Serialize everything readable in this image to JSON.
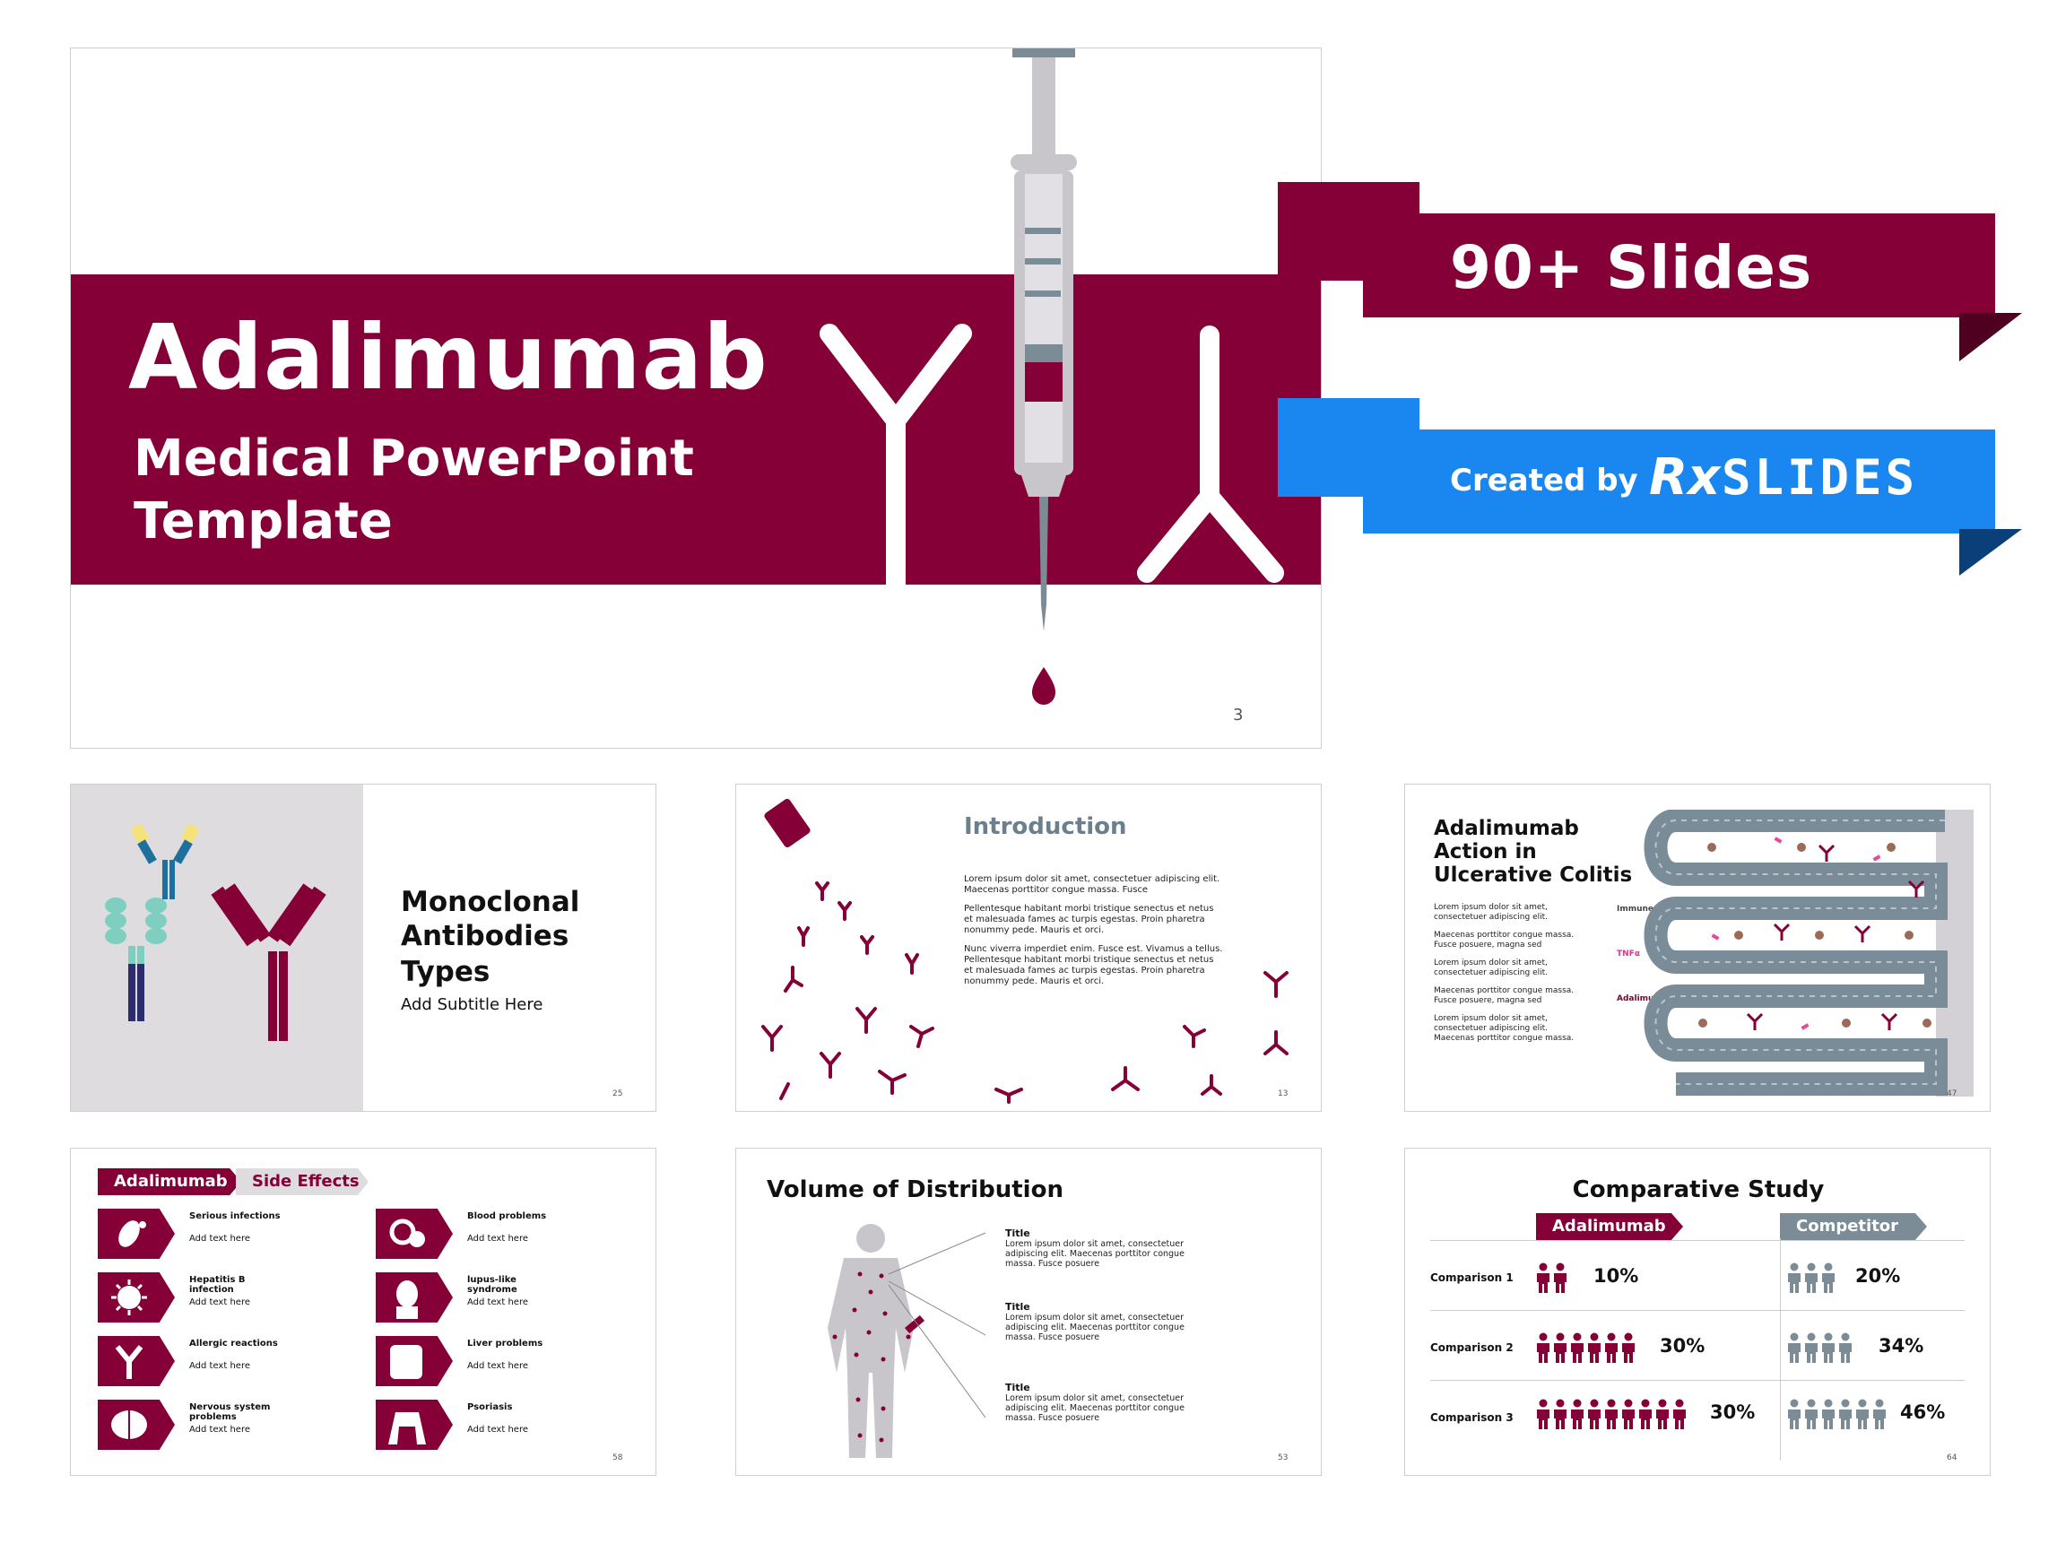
{
  "hero": {
    "title": "Adalimumab",
    "subtitle_line1": "Medical PowerPoint",
    "subtitle_line2": "Template",
    "page_number": "3",
    "colors": {
      "maroon": "#840036",
      "blue": "#1a86f0",
      "gray": "#c8c6cb"
    }
  },
  "banners": {
    "slides_count": "90+ Slides",
    "created_by": "Created by",
    "brand_rx": "Rx",
    "brand_slides": "SLIDES"
  },
  "mab_types": {
    "title_l1": "Monoclonal",
    "title_l2": "Antibodies",
    "title_l3": "Types",
    "subtitle": "Add Subtitle Here",
    "page": "25"
  },
  "intro": {
    "title": "Introduction",
    "p1": "Lorem ipsum dolor sit amet, consectetuer adipiscing elit. Maecenas porttitor congue massa. Fusce",
    "p2": "Pellentesque habitant morbi tristique senectus et netus et malesuada fames ac turpis egestas. Proin pharetra nonummy pede. Mauris et orci.",
    "p3": "Nunc viverra imperdiet enim. Fusce est. Vivamus a tellus.",
    "p4": "Pellentesque habitant morbi tristique senectus et netus et malesuada fames ac turpis egestas. Proin pharetra nonummy pede. Mauris et orci.",
    "page": "13"
  },
  "action": {
    "title_l1": "Adalimumab",
    "title_l2": "Action in",
    "title_l3": "Ulcerative Colitis",
    "p1": "Lorem ipsum dolor sit amet, consectetuer adipiscing elit.",
    "p2": "Maecenas porttitor congue massa. Fusce posuere, magna sed",
    "p3": "Lorem ipsum dolor sit amet, consectetuer adipiscing elit.",
    "p4": "Maecenas porttitor congue massa. Fusce posuere, magna sed",
    "p5": "Lorem ipsum dolor sit amet, consectetuer adipiscing elit. Maecenas porttitor congue massa.",
    "legend_immune": "Immune cell",
    "legend_tnf": "TNFα",
    "legend_ada": "Adalimumab",
    "page": "47"
  },
  "side_effects": {
    "tag1": "Adalimumab",
    "tag2": "Side Effects",
    "items": [
      {
        "title": "Serious infections",
        "sub": "Add text here",
        "icon": "bacteria-icon"
      },
      {
        "title": "Blood problems",
        "sub": "Add text here",
        "icon": "blood-cells-icon"
      },
      {
        "title": "Hepatitis B infection",
        "sub": "Add text here",
        "icon": "virus-icon"
      },
      {
        "title": "lupus-like syndrome",
        "sub": "Add text here",
        "icon": "face-rash-icon"
      },
      {
        "title": "Allergic reactions",
        "sub": "Add text here",
        "icon": "antibody-icon"
      },
      {
        "title": "Liver problems",
        "sub": "Add text here",
        "icon": "liver-icon"
      },
      {
        "title": "Nervous system problems",
        "sub": "Add text here",
        "icon": "brain-icon"
      },
      {
        "title": "Psoriasis",
        "sub": "Add text here",
        "icon": "skin-body-icon"
      }
    ],
    "page": "58"
  },
  "volume": {
    "title": "Volume of Distribution",
    "items": [
      {
        "title": "Title",
        "text": "Lorem ipsum dolor sit amet, consectetuer adipiscing elit. Maecenas porttitor congue massa. Fusce posuere"
      },
      {
        "title": "Title",
        "text": "Lorem ipsum dolor sit amet, consectetuer adipiscing elit. Maecenas porttitor congue massa. Fusce posuere"
      },
      {
        "title": "Title",
        "text": "Lorem ipsum dolor sit amet, consectetuer adipiscing elit. Maecenas porttitor congue massa. Fusce posuere"
      }
    ],
    "page": "53"
  },
  "comparative": {
    "title": "Comparative Study",
    "col1": "Adalimumab",
    "col2": "Competitor",
    "rows": [
      {
        "label": "Comparison 1",
        "a": "10%",
        "b": "20%",
        "a_icons": 2,
        "b_icons": 3
      },
      {
        "label": "Comparison 2",
        "a": "30%",
        "b": "34%",
        "a_icons": 6,
        "b_icons": 4
      },
      {
        "label": "Comparison 3",
        "a": "30%",
        "b": "46%",
        "a_icons": 9,
        "b_icons": 6
      }
    ],
    "page": "64"
  }
}
